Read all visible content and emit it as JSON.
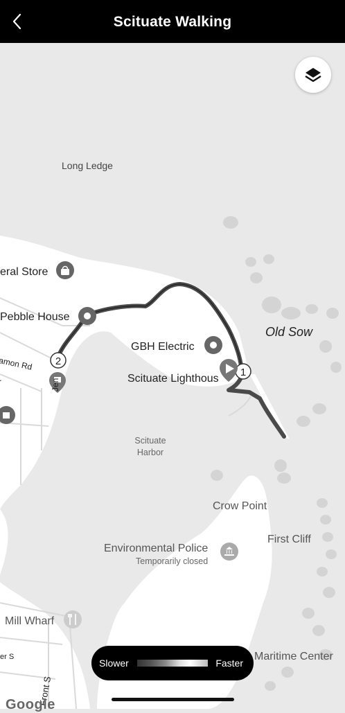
{
  "header": {
    "title": "Scituate Walking",
    "back_icon": "chevron-left-icon"
  },
  "layers_button": {
    "icon": "layers-icon"
  },
  "map": {
    "labels": {
      "long_ledge": "Long Ledge",
      "general_store": "eral Store",
      "pebble_house": "Pebble House",
      "gbh_electric": "GBH Electric",
      "scituate_lighthouse": "Scituate Lighthous",
      "old_sow": "Old Sow",
      "harbor_line1": "Scituate",
      "harbor_line2": "Harbor",
      "crow_point": "Crow Point",
      "first_cliff": "First Cliff",
      "environmental_police": "Environmental Police",
      "temporarily_closed": "Temporarily closed",
      "mill_wharf": "Mill Wharf",
      "maritime_center": "Maritime Center",
      "road_amon": "amon Rd",
      "road_jen": "Jen",
      "road_front": "Front S",
      "road_er": "er S",
      "road_d": "d"
    },
    "markers": {
      "marker_1": "1",
      "marker_2": "2"
    },
    "colors": {
      "route": "#4a4a4a",
      "land": "#ffffff",
      "water": "#e9e9e9"
    }
  },
  "speed_legend": {
    "slower": "Slower",
    "faster": "Faster"
  },
  "attribution": "Google"
}
